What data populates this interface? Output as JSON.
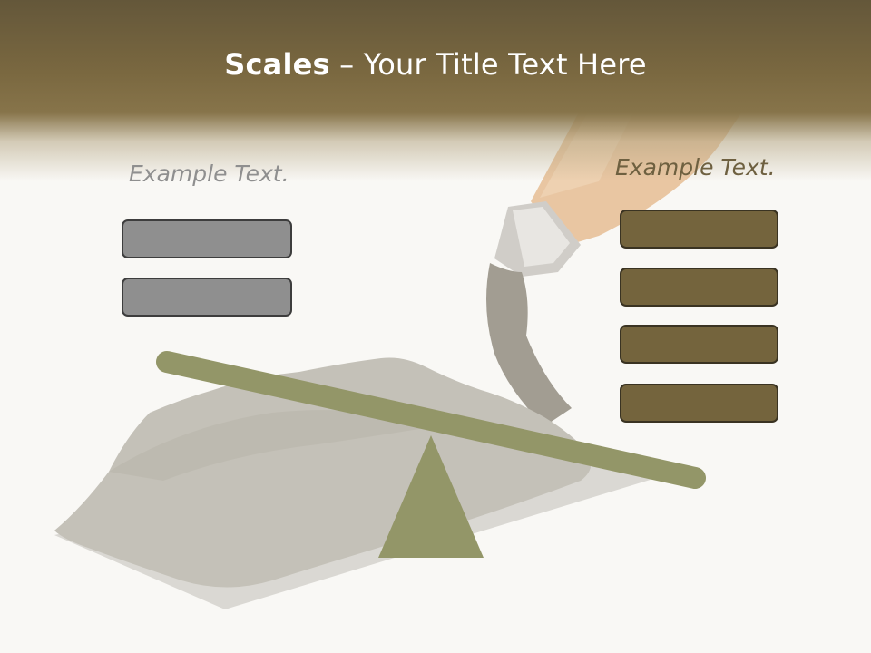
{
  "title": {
    "bold": "Scales",
    "dash": " – ",
    "rest": "Your Title Text Here"
  },
  "left_panel": {
    "label": "Example Text.",
    "boxes": 2
  },
  "right_panel": {
    "label": "Example Text.",
    "boxes": 4
  },
  "colors": {
    "header": "#7a6840",
    "left_box": "#8f8f8f",
    "right_box": "#74643d",
    "beam": "#939668",
    "fulcrum": "#939668",
    "background": "#f9f8f5"
  }
}
